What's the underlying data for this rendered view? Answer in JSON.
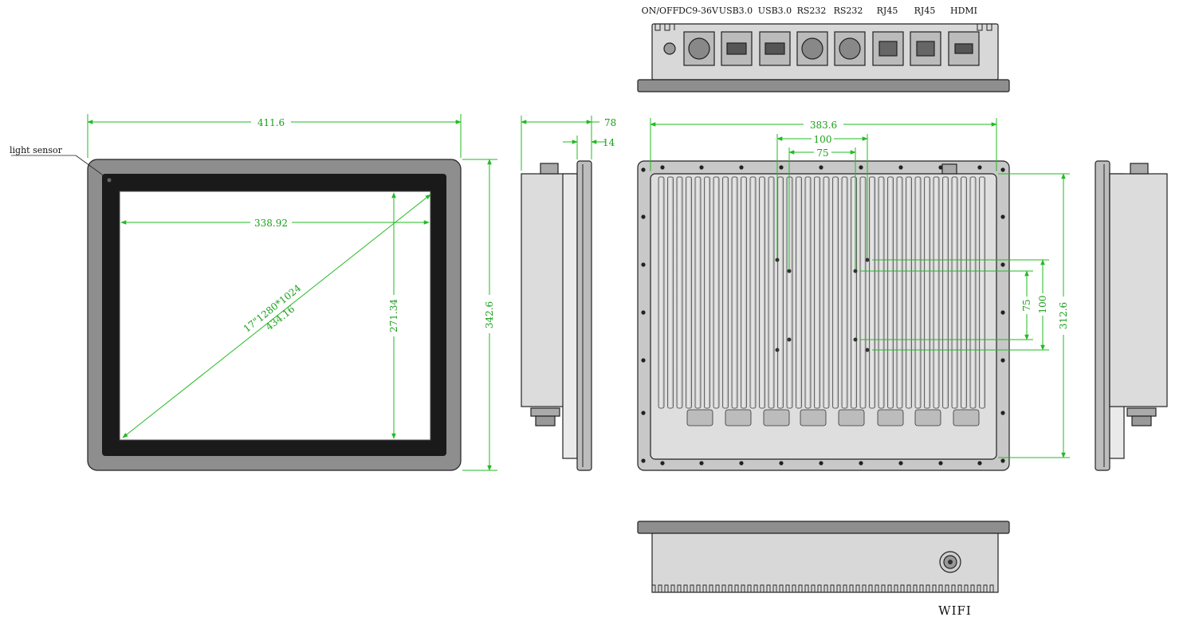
{
  "top_view": {
    "ports": [
      "ON/OFF",
      "DC9-36V",
      "USB3.0",
      "USB3.0",
      "RS232",
      "RS232",
      "RJ45",
      "RJ45",
      "HDMI"
    ]
  },
  "front_view": {
    "light_sensor_label": "light sensor",
    "width": "411.6",
    "height": "342.6",
    "screen_width": "338.92",
    "screen_height": "271.34",
    "diagonal_spec": "17\"1280*1024",
    "diagonal": "434.16"
  },
  "side_view": {
    "depth": "78",
    "bezel_depth": "14"
  },
  "rear_view": {
    "width": "383.6",
    "height": "312.6",
    "vesa_100_h": "100",
    "vesa_75_h": "75",
    "vesa_75_v": "75",
    "vesa_100_v": "100"
  },
  "bottom_view": {
    "wifi_label": "WIFI"
  },
  "colors": {
    "dimension": "#22bb22",
    "bezel": "#8e8e8e",
    "body": "#dcdcdc",
    "line": "#222222"
  }
}
